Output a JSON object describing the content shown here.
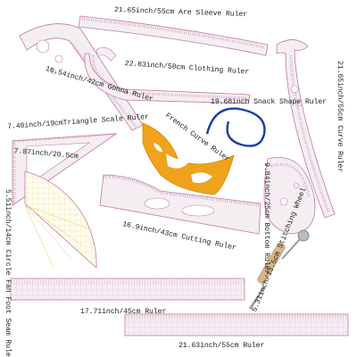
{
  "labels": {
    "sleeve": "21.65inch/55cm Are Sleeve Ruler",
    "gonna": "16.54inch/42cm Gonna Ruler",
    "clothing": "22.83inch/58cm Clothing Ruler",
    "snack": "19.68inch Snack Shape Ruler",
    "curve": "21.65inch/55cm Curve Ruler",
    "triangle": "7.48inch/19cmTriangle Scale Ruler",
    "triangle_height": "7.87inch/20.5cm",
    "french": "French Curve Ruler",
    "bottom": "9.84inch/25cm Bottom Ruler",
    "circle": "5.51inch/14cm Circle Fan Foot Seam Ruler",
    "cutting": "16.9inch/43cm Cutting Ruler",
    "stitching": "5.31inch/13.5cm Stitching Wheel",
    "straight1": "17.71inch/45cm Ruler",
    "straight2": "21.63inch/55cm Ruler"
  },
  "colors": {
    "ruler_line": "#c07aa0",
    "ruler_fill": "#f4eef3",
    "french_curve": "#f0a21c",
    "snake_blue": "#1f3fa5",
    "wood": "#d8b68a"
  }
}
